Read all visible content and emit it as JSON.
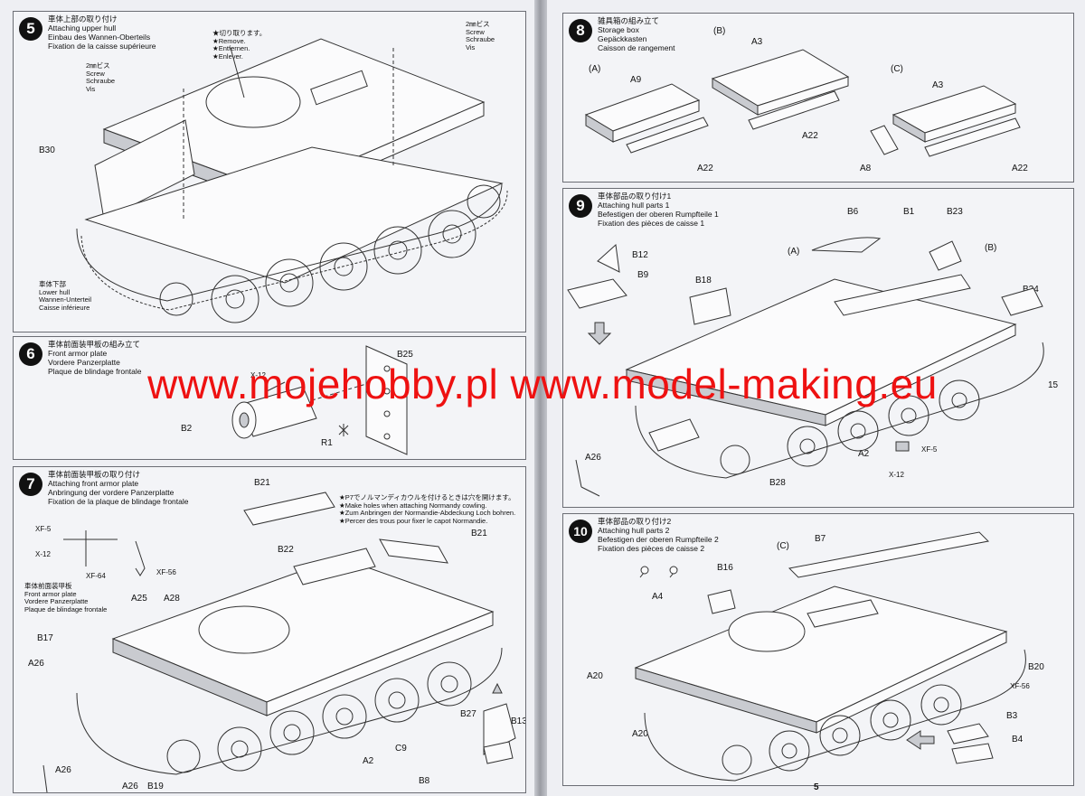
{
  "steps": [
    {
      "num": "5",
      "titles": [
        "車体上部の取り付け",
        "Attaching upper hull",
        "Einbau des Wannen-Oberteils",
        "Fixation de la caisse supérieure"
      ],
      "notes": {
        "remove": [
          "★切り取ります。",
          "★Remove.",
          "★Entfernen.",
          "★Enlever."
        ],
        "screw_top": [
          "2㎜ビス",
          "Screw",
          "Schraube",
          "Vis"
        ],
        "screw_left": [
          "2㎜ビス",
          "Screw",
          "Schraube",
          "Vis"
        ],
        "lower_hull": [
          "車体下部",
          "Lower hull",
          "Wannen-Unterteil",
          "Caisse inférieure"
        ]
      },
      "parts": [
        "B30"
      ]
    },
    {
      "num": "6",
      "titles": [
        "車体前面装甲板の組み立て",
        "Front armor plate",
        "Vordere Panzerplatte",
        "Plaque de blindage frontale"
      ],
      "parts": [
        "B25",
        "B2",
        "R1",
        "X-12"
      ]
    },
    {
      "num": "7",
      "titles": [
        "車体前面装甲板の取り付け",
        "Attaching front armor plate",
        "Anbringung der vordere Panzerplatte",
        "Fixation de la plaque de blindage frontale"
      ],
      "notes": {
        "holes": [
          "★P7でノルマンディカウルを付けるときは穴を開けます。",
          "★Make holes when attaching Normandy cowling.",
          "★Zum Anbringen der Normandie-Abdeckung Loch bohren.",
          "★Percer des trous pour fixer le capot Normandie."
        ],
        "plate": [
          "車体前面装甲板",
          "Front armor plate",
          "Vordere Panzerplatte",
          "Plaque de blindage frontale"
        ]
      },
      "parts": [
        "B21",
        "B21",
        "B22",
        "XF-5",
        "X-12",
        "XF-64",
        "XF-56",
        "A25",
        "A28",
        "B17",
        "A26",
        "A26",
        "A26",
        "B19",
        "A2",
        "C9",
        "B27",
        "B13",
        "B8"
      ]
    },
    {
      "num": "8",
      "titles": [
        "雑具箱の組み立て",
        "Storage box",
        "Gepäckkasten",
        "Caisson de rangement"
      ],
      "parts": [
        "(A)",
        "A9",
        "A22",
        "(B)",
        "A3",
        "A22",
        "(C)",
        "A3",
        "A8",
        "A22"
      ]
    },
    {
      "num": "9",
      "titles": [
        "車体部品の取り付け1",
        "Attaching hull parts 1",
        "Befestigen der oberen Rumpfteile 1",
        "Fixation des pièces de caisse 1"
      ],
      "parts": [
        "B12",
        "B9",
        "B18",
        "B6",
        "B1",
        "B23",
        "(A)",
        "(B)",
        "B24",
        "A26",
        "A2",
        "XF-5",
        "X-12",
        "B28",
        "15"
      ]
    },
    {
      "num": "10",
      "titles": [
        "車体部品の取り付け2",
        "Attaching hull parts 2",
        "Befestigen der oberen Rumpfteile 2",
        "Fixation des pièces de caisse 2"
      ],
      "parts": [
        "(C)",
        "B7",
        "B16",
        "A4",
        "A20",
        "A20",
        "B20",
        "XF-56",
        "B3",
        "B4"
      ]
    }
  ],
  "watermark": "www.mojehobby.pl www.model-making.eu",
  "page_number": "5"
}
